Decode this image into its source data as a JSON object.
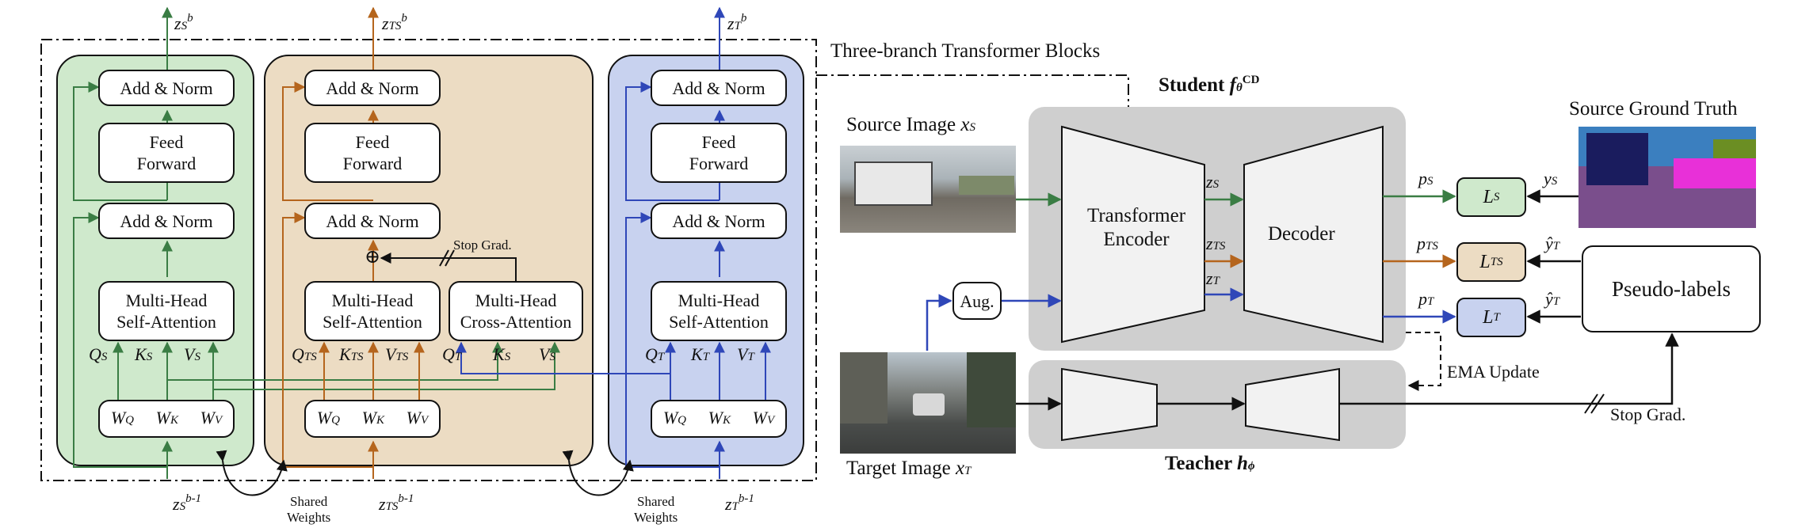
{
  "colors": {
    "source": "#3a7d44",
    "mixed": "#b5651d",
    "target": "#2f47b8",
    "green_bg": "#cfe9cc",
    "tan_bg": "#ecdcc3",
    "blue_bg": "#c8d2ef",
    "gray_bg": "#cfcfcf",
    "loss_tan": "#ecdcc3",
    "loss_blue": "#c8d2ef",
    "loss_green": "#cfe9cc"
  },
  "blocks": {
    "add_norm": "Add & Norm",
    "feed_forward_1": "Feed",
    "feed_forward_2": "Forward",
    "mhsa_1": "Multi-Head",
    "mhsa_2": "Self-Attention",
    "mhca_1": "Multi-Head",
    "mhca_2": "Cross-Attention"
  },
  "weights": {
    "wq": "W",
    "wk": "W",
    "wv": "W",
    "q": "Q",
    "k": "K",
    "v": "V"
  },
  "branch_labels": {
    "zs_out": "z",
    "zs_out_sub": "S",
    "zs_out_sup": "b",
    "zts_out": "z",
    "zts_out_sub": "TS",
    "zts_out_sup": "b",
    "zt_out": "z",
    "zt_out_sub": "T",
    "zt_out_sup": "b",
    "zs_in": "z",
    "zs_in_sub": "S",
    "zs_in_sup": "b-1",
    "zts_in": "z",
    "zts_in_sub": "TS",
    "zts_in_sup": "b-1",
    "zt_in": "z",
    "zt_in_sub": "T",
    "zt_in_sup": "b-1"
  },
  "qkv": {
    "qs": "Q",
    "qs_sub": "S",
    "ks": "K",
    "ks_sub": "S",
    "vs": "V",
    "vs_sub": "S",
    "qts": "Q",
    "qts_sub": "TS",
    "kts": "K",
    "kts_sub": "TS",
    "vts": "V",
    "vts_sub": "TS",
    "qt_ca": "Q",
    "qt_ca_sub": "T",
    "ks_ca": "K",
    "ks_ca_sub": "S",
    "vs_ca": "V",
    "vs_ca_sub": "S",
    "qt": "Q",
    "qt_sub": "T",
    "kt": "K",
    "kt_sub": "T",
    "vt": "V",
    "vt_sub": "T"
  },
  "stop_grad_block": "Stop Grad.",
  "shared_weights_1": "Shared",
  "shared_weights_2": "Weights",
  "three_branch_title": "Three-branch Transformer Blocks",
  "student_title": "Student ",
  "student_f": "f",
  "student_sub": "θ",
  "student_sup": "CD",
  "teacher_title": "Teacher ",
  "teacher_h": "h",
  "teacher_sub": "ϕ",
  "source_image": "Source Image ",
  "source_image_x": "x",
  "source_image_sub": "S",
  "target_image": "Target Image ",
  "target_image_x": "x",
  "target_image_sub": "T",
  "source_gt": "Source Ground Truth",
  "encoder_1": "Transformer",
  "encoder_2": "Encoder",
  "decoder": "Decoder",
  "aug": "Aug.",
  "pseudo_labels": "Pseudo-labels",
  "ema_update": "EMA Update",
  "stop_grad_teacher": "Stop Grad.",
  "enc_z_s": "z",
  "enc_z_s_sub": "S",
  "enc_z_ts": "z",
  "enc_z_ts_sub": "TS",
  "enc_z_t": "z",
  "enc_z_t_sub": "T",
  "p_s": "p",
  "p_s_sub": "S",
  "p_ts": "p",
  "p_ts_sub": "TS",
  "p_t": "p",
  "p_t_sub": "T",
  "loss_s": "L",
  "loss_s_sub": "S",
  "loss_ts": "L",
  "loss_ts_sub": "TS",
  "loss_t": "L",
  "loss_t_sub": "T",
  "y_s": "y",
  "y_s_sub": "S",
  "yhat_t1": "ŷ",
  "yhat_t1_sub": "T",
  "yhat_t2": "ŷ",
  "yhat_t2_sub": "T",
  "plus": "⊕"
}
